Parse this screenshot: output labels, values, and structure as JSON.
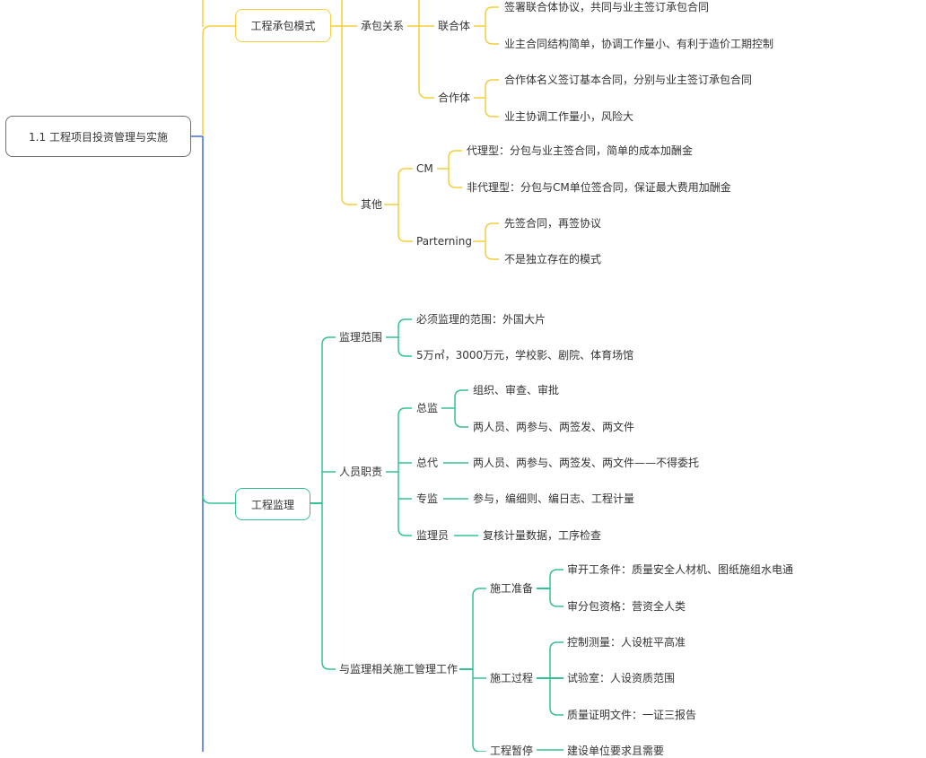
{
  "root": {
    "label": "1.1 工程项目投资管理与实施"
  },
  "colors": {
    "root_border": "#6b6f76",
    "main_trunk": "#3b6fe0",
    "yellow_branch": "#f4cf3c",
    "green_branch": "#33c38f",
    "orange_top": "#f08a3c"
  },
  "branch_contract": {
    "label": "工程承包模式",
    "relation": {
      "label": "承包关系",
      "joint": {
        "label": "联合体",
        "items": [
          "签署联合体协议，共同与业主签订承包合同",
          "业主合同结构简单，协调工作量小、有利于造价工期控制"
        ]
      },
      "cooperative": {
        "label": "合作体",
        "items": [
          "合作体名义签订基本合同，分别与业主签订承包合同",
          "业主协调工作量小，风险大"
        ]
      }
    },
    "other": {
      "label": "其他",
      "cm": {
        "label": "CM",
        "items": [
          "代理型：分包与业主签合同，简单的成本加酬金",
          "非代理型：分包与CM单位签合同，保证最大费用加酬金"
        ]
      },
      "partnering": {
        "label": "Parterning",
        "items": [
          "先签合同，再签协议",
          "不是独立存在的模式"
        ]
      }
    }
  },
  "branch_supervision": {
    "label": "工程监理",
    "scope": {
      "label": "监理范围",
      "items": [
        "必须监理的范围：外国大片",
        "5万㎡，3000万元，学校影、剧院、体育场馆"
      ]
    },
    "duties": {
      "label": "人员职责",
      "chief": {
        "label": "总监",
        "items": [
          "组织、审查、审批",
          "两人员、两参与、两签发、两文件"
        ]
      },
      "deputy": {
        "label": "总代",
        "item": "两人员、两参与、两签发、两文件——不得委托"
      },
      "specialist": {
        "label": "专监",
        "item": "参与，编细则、编日志、工程计量"
      },
      "inspector": {
        "label": "监理员",
        "item": "复核计量数据，工序检查"
      }
    },
    "construction": {
      "label": "与监理相关施工管理工作",
      "prep": {
        "label": "施工准备",
        "items": [
          "审开工条件：质量安全人材机、图纸施组水电通",
          "审分包资格：营资全人类"
        ]
      },
      "process": {
        "label": "施工过程",
        "items": [
          "控制测量：人设桩平高准",
          "试验室：人设资质范围",
          "质量证明文件：一证三报告"
        ]
      },
      "pause": {
        "label": "工程暂停",
        "item": "建设单位要求且需要"
      }
    }
  }
}
